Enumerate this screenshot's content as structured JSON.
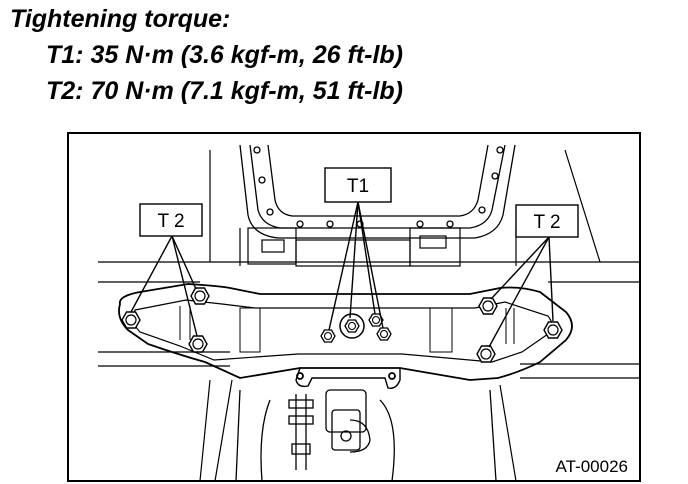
{
  "heading": {
    "title": "Tightening torque:",
    "spec_t1": "T1: 35 N·m (3.6 kgf-m, 26 ft-lb)",
    "spec_t2": "T2: 70 N·m (7.1 kgf-m, 51 ft-lb)"
  },
  "figure": {
    "callouts": {
      "left": "T 2",
      "center": "T1",
      "right": "T 2"
    },
    "figure_id": "AT-00026"
  }
}
